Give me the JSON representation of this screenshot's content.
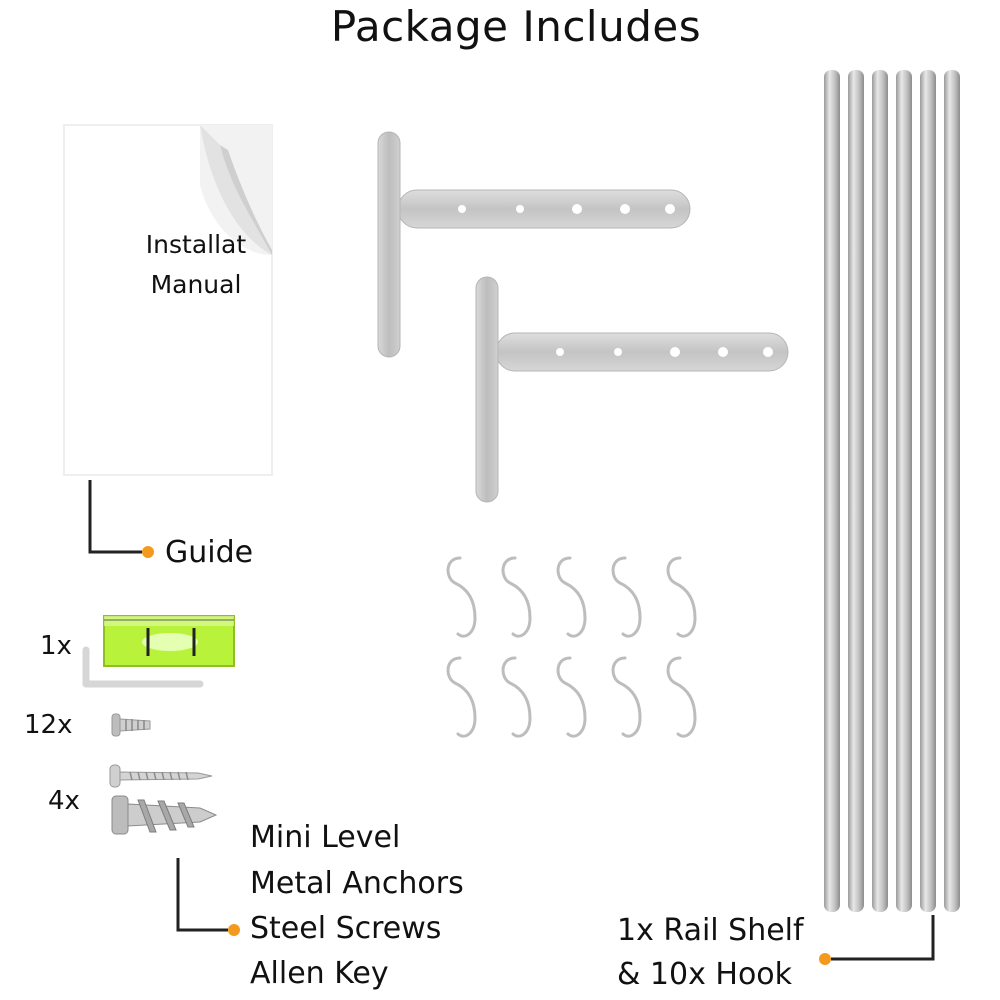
{
  "header": {
    "title": "Package Includes"
  },
  "manual": {
    "line1": "Installat",
    "line2": "Manual"
  },
  "labels": {
    "guide": "Guide",
    "hardware": [
      "Mini Level",
      "Metal Anchors",
      "Steel Screws",
      "Allen Key"
    ],
    "rail": [
      "1x Rail Shelf",
      "& 10x Hook"
    ]
  },
  "quantities": {
    "level": "1x",
    "screws": "12x",
    "anchors": "4x"
  },
  "colors": {
    "callout_dot": "#f39a1e",
    "level_liquid": "#b8f23a",
    "steel": "#c9c9c9"
  }
}
